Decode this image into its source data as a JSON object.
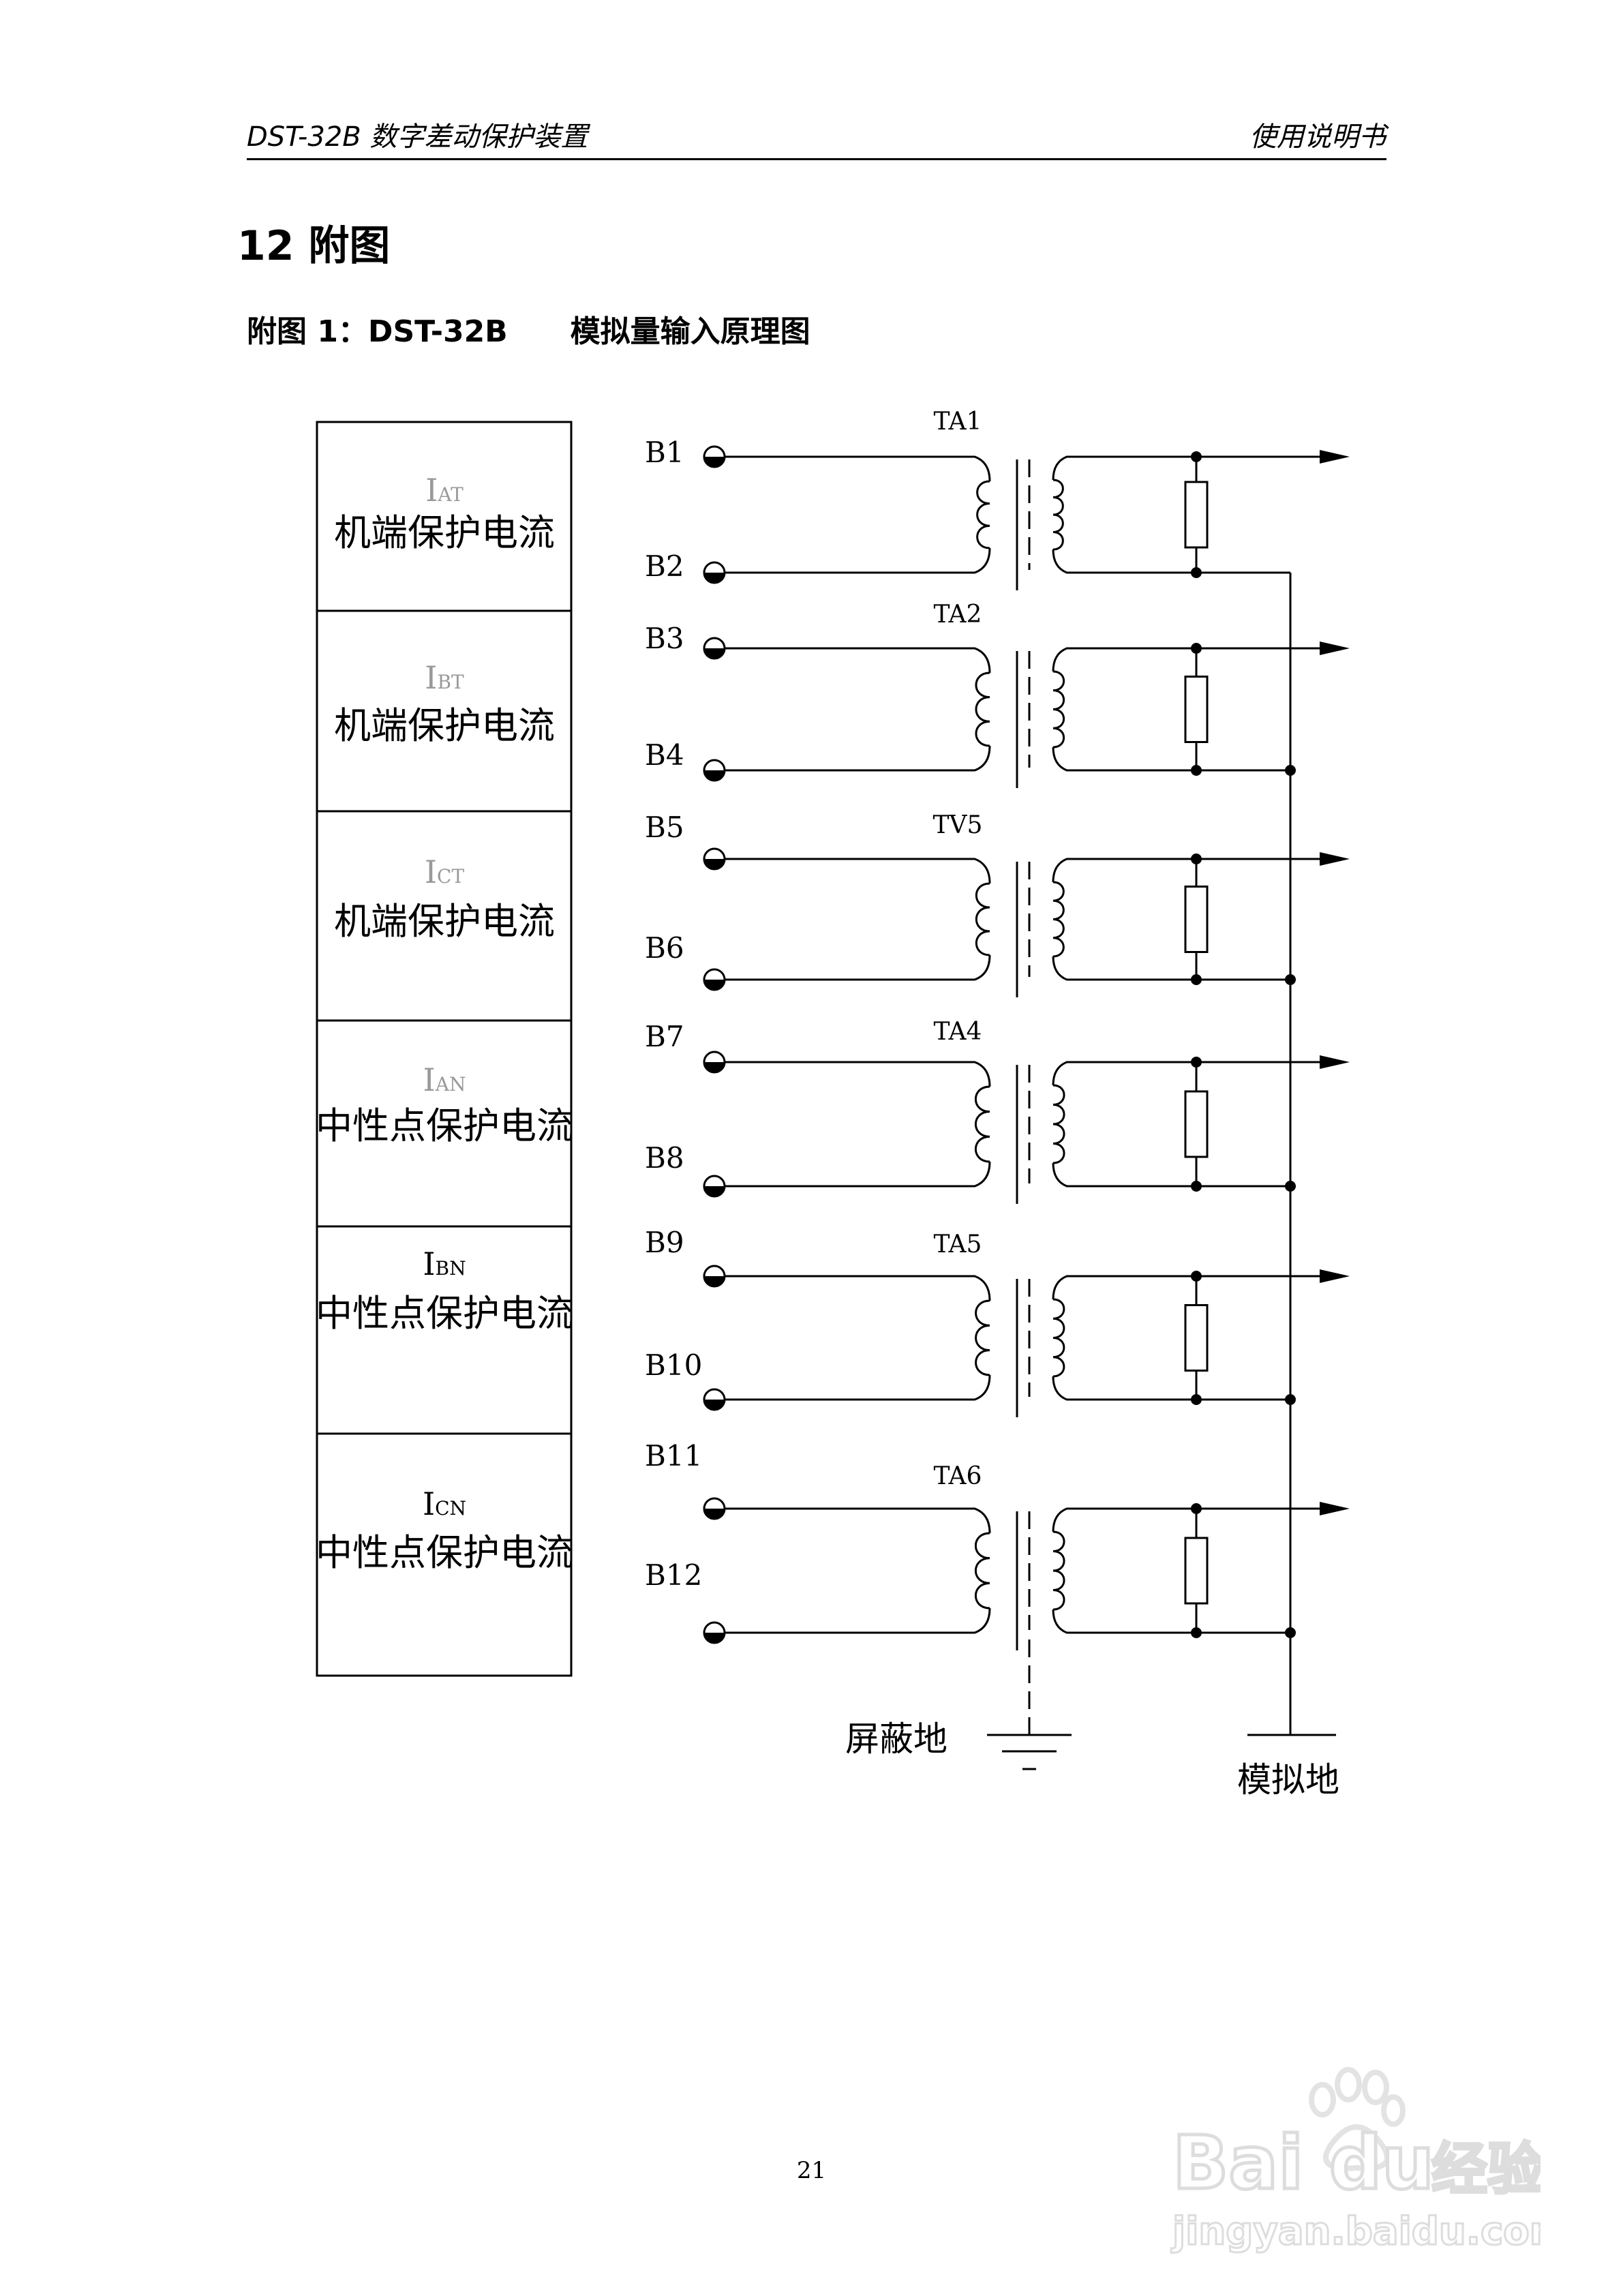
{
  "header": {
    "left": "DST-32B 数字差动保护装置",
    "right": "使用说明书"
  },
  "section_title": "12 附图",
  "figure_caption": "附图 1：DST-32B      模拟量输入原理图",
  "channels": [
    {
      "symbol": "I",
      "sub": "AT",
      "desc": "机端保护电流",
      "term_top": "B1",
      "term_bot": "B2",
      "transformer": "TA1",
      "sym_color": "#999999"
    },
    {
      "symbol": "I",
      "sub": "BT",
      "desc": "机端保护电流",
      "term_top": "B3",
      "term_bot": "B4",
      "transformer": "TA2",
      "sym_color": "#999999"
    },
    {
      "symbol": "I",
      "sub": "CT",
      "desc": "机端保护电流",
      "term_top": "B5",
      "term_bot": "B6",
      "transformer": "TV5",
      "sym_color": "#999999"
    },
    {
      "symbol": "I",
      "sub": "AN",
      "desc": "中性点保护电流",
      "term_top": "B7",
      "term_bot": "B8",
      "transformer": "TA4",
      "sym_color": "#999999"
    },
    {
      "symbol": "I",
      "sub": "BN",
      "desc": "中性点保护电流",
      "term_top": "B9",
      "term_bot": "B10",
      "transformer": "TA5",
      "sym_color": "#000000"
    },
    {
      "symbol": "I",
      "sub": "CN",
      "desc": "中性点保护电流",
      "term_top": "B11",
      "term_bot": "B12",
      "transformer": "TA6",
      "sym_color": "#000000"
    }
  ],
  "ground_labels": {
    "shield": "屏蔽地",
    "analog": "模拟地"
  },
  "page_number": "21",
  "watermark": {
    "brand": "Bai du",
    "suffix": "经验",
    "url": "jingyan.baidu.com"
  }
}
